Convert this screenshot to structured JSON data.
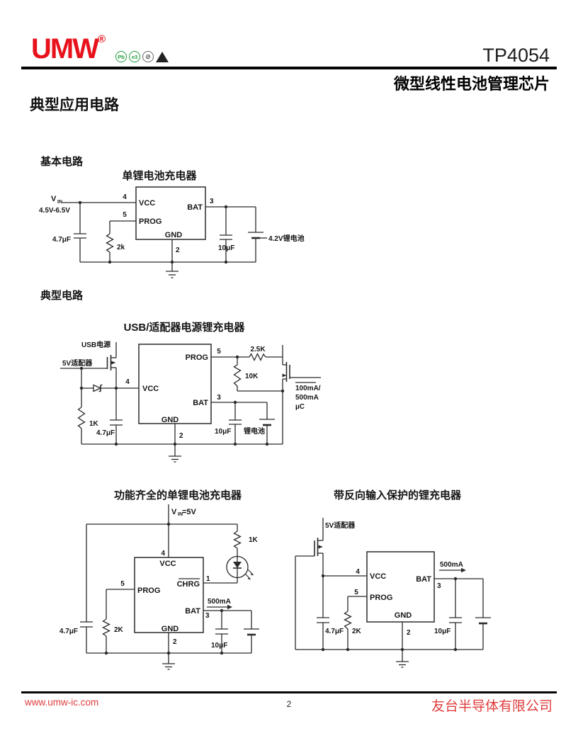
{
  "header": {
    "logo_text": "UMW",
    "registered_mark": "®",
    "part_number": "TP4054",
    "subtitle": "微型线性电池管理芯片",
    "icons": {
      "pb_free": "Pb",
      "e3": "e3",
      "halogen_free": "⊘"
    },
    "brand_color": "#e8121c"
  },
  "section_title": "典型应用电路",
  "circuits": {
    "c1": {
      "section_label": "基本电路",
      "title": "单锂电池充电器",
      "ic": {
        "vcc": "VCC",
        "prog": "PROG",
        "bat": "BAT",
        "gnd": "GND"
      },
      "pins": {
        "vcc": "4",
        "prog": "5",
        "bat": "3",
        "gnd": "2"
      },
      "labels": {
        "vin_v": "V",
        "vin_sub": "IN",
        "vin_range": "4.5V-6.5V",
        "cin": "4.7μF",
        "rprog": "2k",
        "cout": "10μF",
        "battery": "4.2V锂电池"
      }
    },
    "c2": {
      "section_label": "典型电路",
      "title": "USB/适配器电源锂充电器",
      "ic": {
        "vcc": "VCC",
        "prog": "PROG",
        "bat": "BAT",
        "gnd": "GND"
      },
      "pins": {
        "vcc": "4",
        "prog": "5",
        "bat": "3",
        "gnd": "2"
      },
      "labels": {
        "usb": "USB电源",
        "adapter": "5V适配器",
        "r_in": "1K",
        "cin": "4.7μF",
        "r_prog_hi": "2.5K",
        "r_prog_lo": "10K",
        "current_1": "100mA/",
        "current_2": "500mA",
        "uc": "µC",
        "cout": "10μF",
        "battery": "锂电池"
      }
    },
    "c3": {
      "title": "功能齐全的单锂电池充电器",
      "ic": {
        "vcc": "VCC",
        "prog": "PROG",
        "bat": "BAT",
        "gnd": "GND",
        "chrg": "CHRG"
      },
      "pins": {
        "vcc": "4",
        "prog": "5",
        "bat": "3",
        "gnd": "2",
        "chrg": "1"
      },
      "labels": {
        "vin_v": "V",
        "vin_sub": "IN",
        "vin_eq": "=5V",
        "r_led": "1K",
        "rprog": "2K",
        "cin": "4.7μF",
        "cout": "10μF",
        "current": "500mA"
      }
    },
    "c4": {
      "title": "带反向输入保护的锂充电器",
      "ic": {
        "vcc": "VCC",
        "prog": "PROG",
        "bat": "BAT",
        "gnd": "GND"
      },
      "pins": {
        "vcc": "4",
        "prog": "5",
        "bat": "3",
        "gnd": "2"
      },
      "labels": {
        "adapter": "5V适配器",
        "rprog": "2K",
        "cin": "4.7μF",
        "cout": "10μF",
        "current": "500mA"
      }
    }
  },
  "footer": {
    "website": "www.umw-ic.com",
    "page_number": "2",
    "company": "友台半导体有限公司"
  }
}
